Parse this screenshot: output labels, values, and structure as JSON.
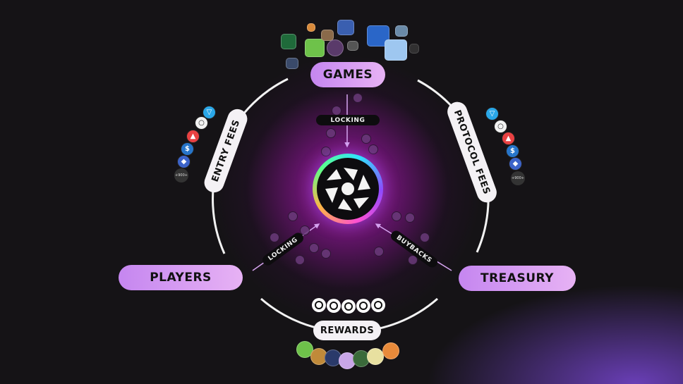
{
  "nodes": {
    "games": "GAMES",
    "players": "PLAYERS",
    "treasury": "TREASURY"
  },
  "flows": {
    "entry_fees": "ENTRY FEES",
    "protocol_fees": "PROTOCOL FEES",
    "rewards": "REWARDS",
    "locking_top": "LOCKING",
    "locking_left": "LOCKING",
    "buybacks": "BUYBACKS"
  },
  "token_counts": {
    "left": "+900+",
    "right": "+900+"
  },
  "colors": {
    "pill_gradient_start": "#c586f0",
    "pill_gradient_end": "#e7b2f4",
    "glow": "#be28be",
    "background": "#151316"
  },
  "icons": [
    "ton-icon",
    "ethereum-icon",
    "avalanche-icon",
    "usdc-icon",
    "game-app-icon",
    "logo-icon",
    "coin-icon"
  ]
}
